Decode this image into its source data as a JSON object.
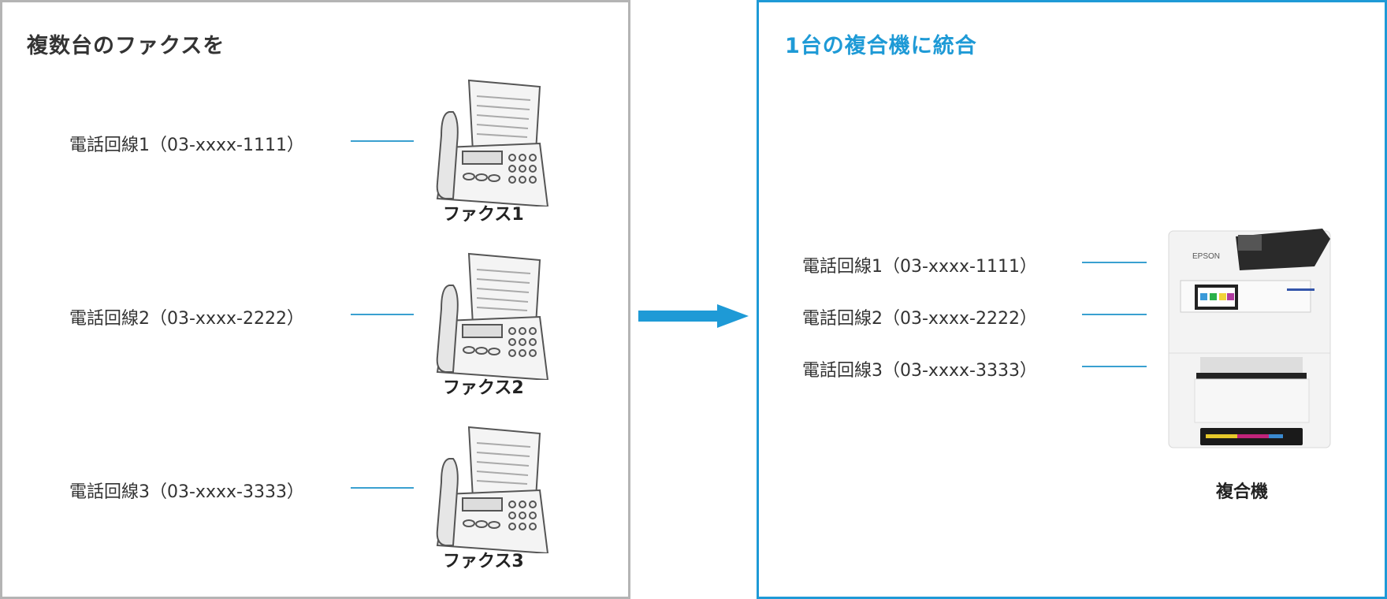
{
  "left_panel": {
    "title": "複数台のファクスを",
    "rows": [
      {
        "line": "電話回線1（03-xxxx-1111）",
        "device": "ファクス1"
      },
      {
        "line": "電話回線2（03-xxxx-2222）",
        "device": "ファクス2"
      },
      {
        "line": "電話回線3（03-xxxx-3333）",
        "device": "ファクス3"
      }
    ]
  },
  "right_panel": {
    "title": "1台の複合機に統合",
    "lines": [
      "電話回線1（03-xxxx-1111）",
      "電話回線2（03-xxxx-2222）",
      "電話回線3（03-xxxx-3333）"
    ],
    "device": "複合機",
    "brand": "EPSON"
  },
  "colors": {
    "accent": "#1e9ad6",
    "left_border": "#b4b4b4",
    "title_left": "#333333"
  }
}
